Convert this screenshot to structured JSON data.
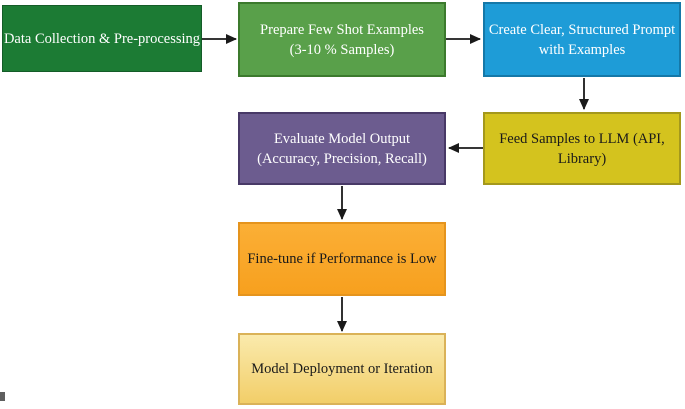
{
  "diagram": {
    "type": "flowchart",
    "arrow_color": "#1a1a1a"
  },
  "nodes": [
    {
      "id": "data-collection-preprocessing",
      "label": "Data Collection & Pre-processing",
      "fill": "#1C7B34",
      "border": "#145C28",
      "text_color": "#FFFFFF"
    },
    {
      "id": "prepare-few-shot-examples",
      "label": "Prepare Few Shot Examples\n(3-10 % Samples)",
      "fill": "#59A04A",
      "border": "#3C7A2D",
      "text_color": "#FFFFFF"
    },
    {
      "id": "create-structured-prompt",
      "label": "Create Clear, Structured Prompt\nwith Examples",
      "fill": "#1E9CD7",
      "border": "#1578A8",
      "text_color": "#FFFFFF"
    },
    {
      "id": "feed-samples-to-llm",
      "label": "Feed Samples to LLM (API,\nLibrary)",
      "fill": "#D4C31E",
      "border": "#A4981C",
      "text_color": "#1A1A1A"
    },
    {
      "id": "evaluate-model-output",
      "label": "Evaluate Model Output\n(Accuracy, Precision, Recall)",
      "fill": "#6C5C8F",
      "border": "#483967",
      "text_color": "#FFFFFF"
    },
    {
      "id": "fine-tune-if-performance-low",
      "label": "Fine-tune if Performance is Low",
      "fill": "#FBAF36",
      "fill2": "#F7A01E",
      "border": "#E5941D",
      "text_color": "#1A1A1A"
    },
    {
      "id": "model-deployment-or-iteration",
      "label": "Model Deployment or Iteration",
      "fill": "#FAEAAC",
      "fill2": "#F2CE69",
      "border": "#DAB258",
      "text_color": "#1A1A1A"
    }
  ],
  "edges": [
    {
      "from": "data-collection-preprocessing",
      "to": "prepare-few-shot-examples",
      "direction": "right"
    },
    {
      "from": "prepare-few-shot-examples",
      "to": "create-structured-prompt",
      "direction": "right"
    },
    {
      "from": "create-structured-prompt",
      "to": "feed-samples-to-llm",
      "direction": "down"
    },
    {
      "from": "feed-samples-to-llm",
      "to": "evaluate-model-output",
      "direction": "left"
    },
    {
      "from": "evaluate-model-output",
      "to": "fine-tune-if-performance-low",
      "direction": "down"
    },
    {
      "from": "fine-tune-if-performance-low",
      "to": "model-deployment-or-iteration",
      "direction": "down"
    }
  ]
}
